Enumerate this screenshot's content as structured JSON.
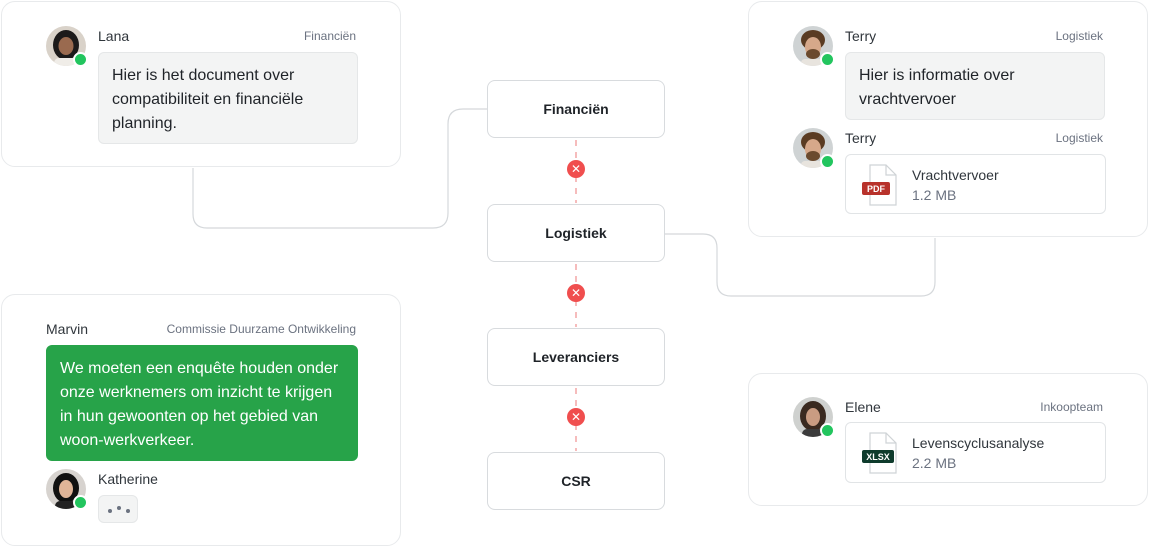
{
  "nodes": {
    "finance": "Financiën",
    "logistics": "Logistiek",
    "suppliers": "Leveranciers",
    "csr": "CSR"
  },
  "lana_card": {
    "name": "Lana",
    "team": "Financiën",
    "message": "Hier is het document over compatibiliteit en financiële planning."
  },
  "terry_card": {
    "msg1": {
      "name": "Terry",
      "team": "Logistiek",
      "message": "Hier is informatie over vrachtvervoer"
    },
    "msg2": {
      "name": "Terry",
      "team": "Logistiek",
      "file_name": "Vrachtvervoer",
      "file_size": "1.2 MB",
      "file_type": "PDF"
    }
  },
  "marvin_card": {
    "name": "Marvin",
    "team": "Commissie Duurzame Ontwikkeling",
    "message": "We moeten een enquête houden onder onze werknemers om inzicht te krijgen in hun gewoonten op het gebied van woon-werkverkeer.",
    "reply_name": "Katherine"
  },
  "elene_card": {
    "name": "Elene",
    "team": "Inkoopteam",
    "file_name": "Levenscyclusanalyse",
    "file_size": "2.2 MB",
    "file_type": "XLSX"
  },
  "icons": {
    "remove": "close-icon",
    "online": "online-status-dot",
    "pdf": "pdf-file-icon",
    "xlsx": "spreadsheet-file-icon"
  },
  "colors": {
    "online": "#22c55e",
    "remove": "#f04e4e",
    "message_green": "#27a349",
    "pdf": "#c0392b",
    "xlsx": "#0e3b2c",
    "connector_dash": "#f2a0a0"
  }
}
